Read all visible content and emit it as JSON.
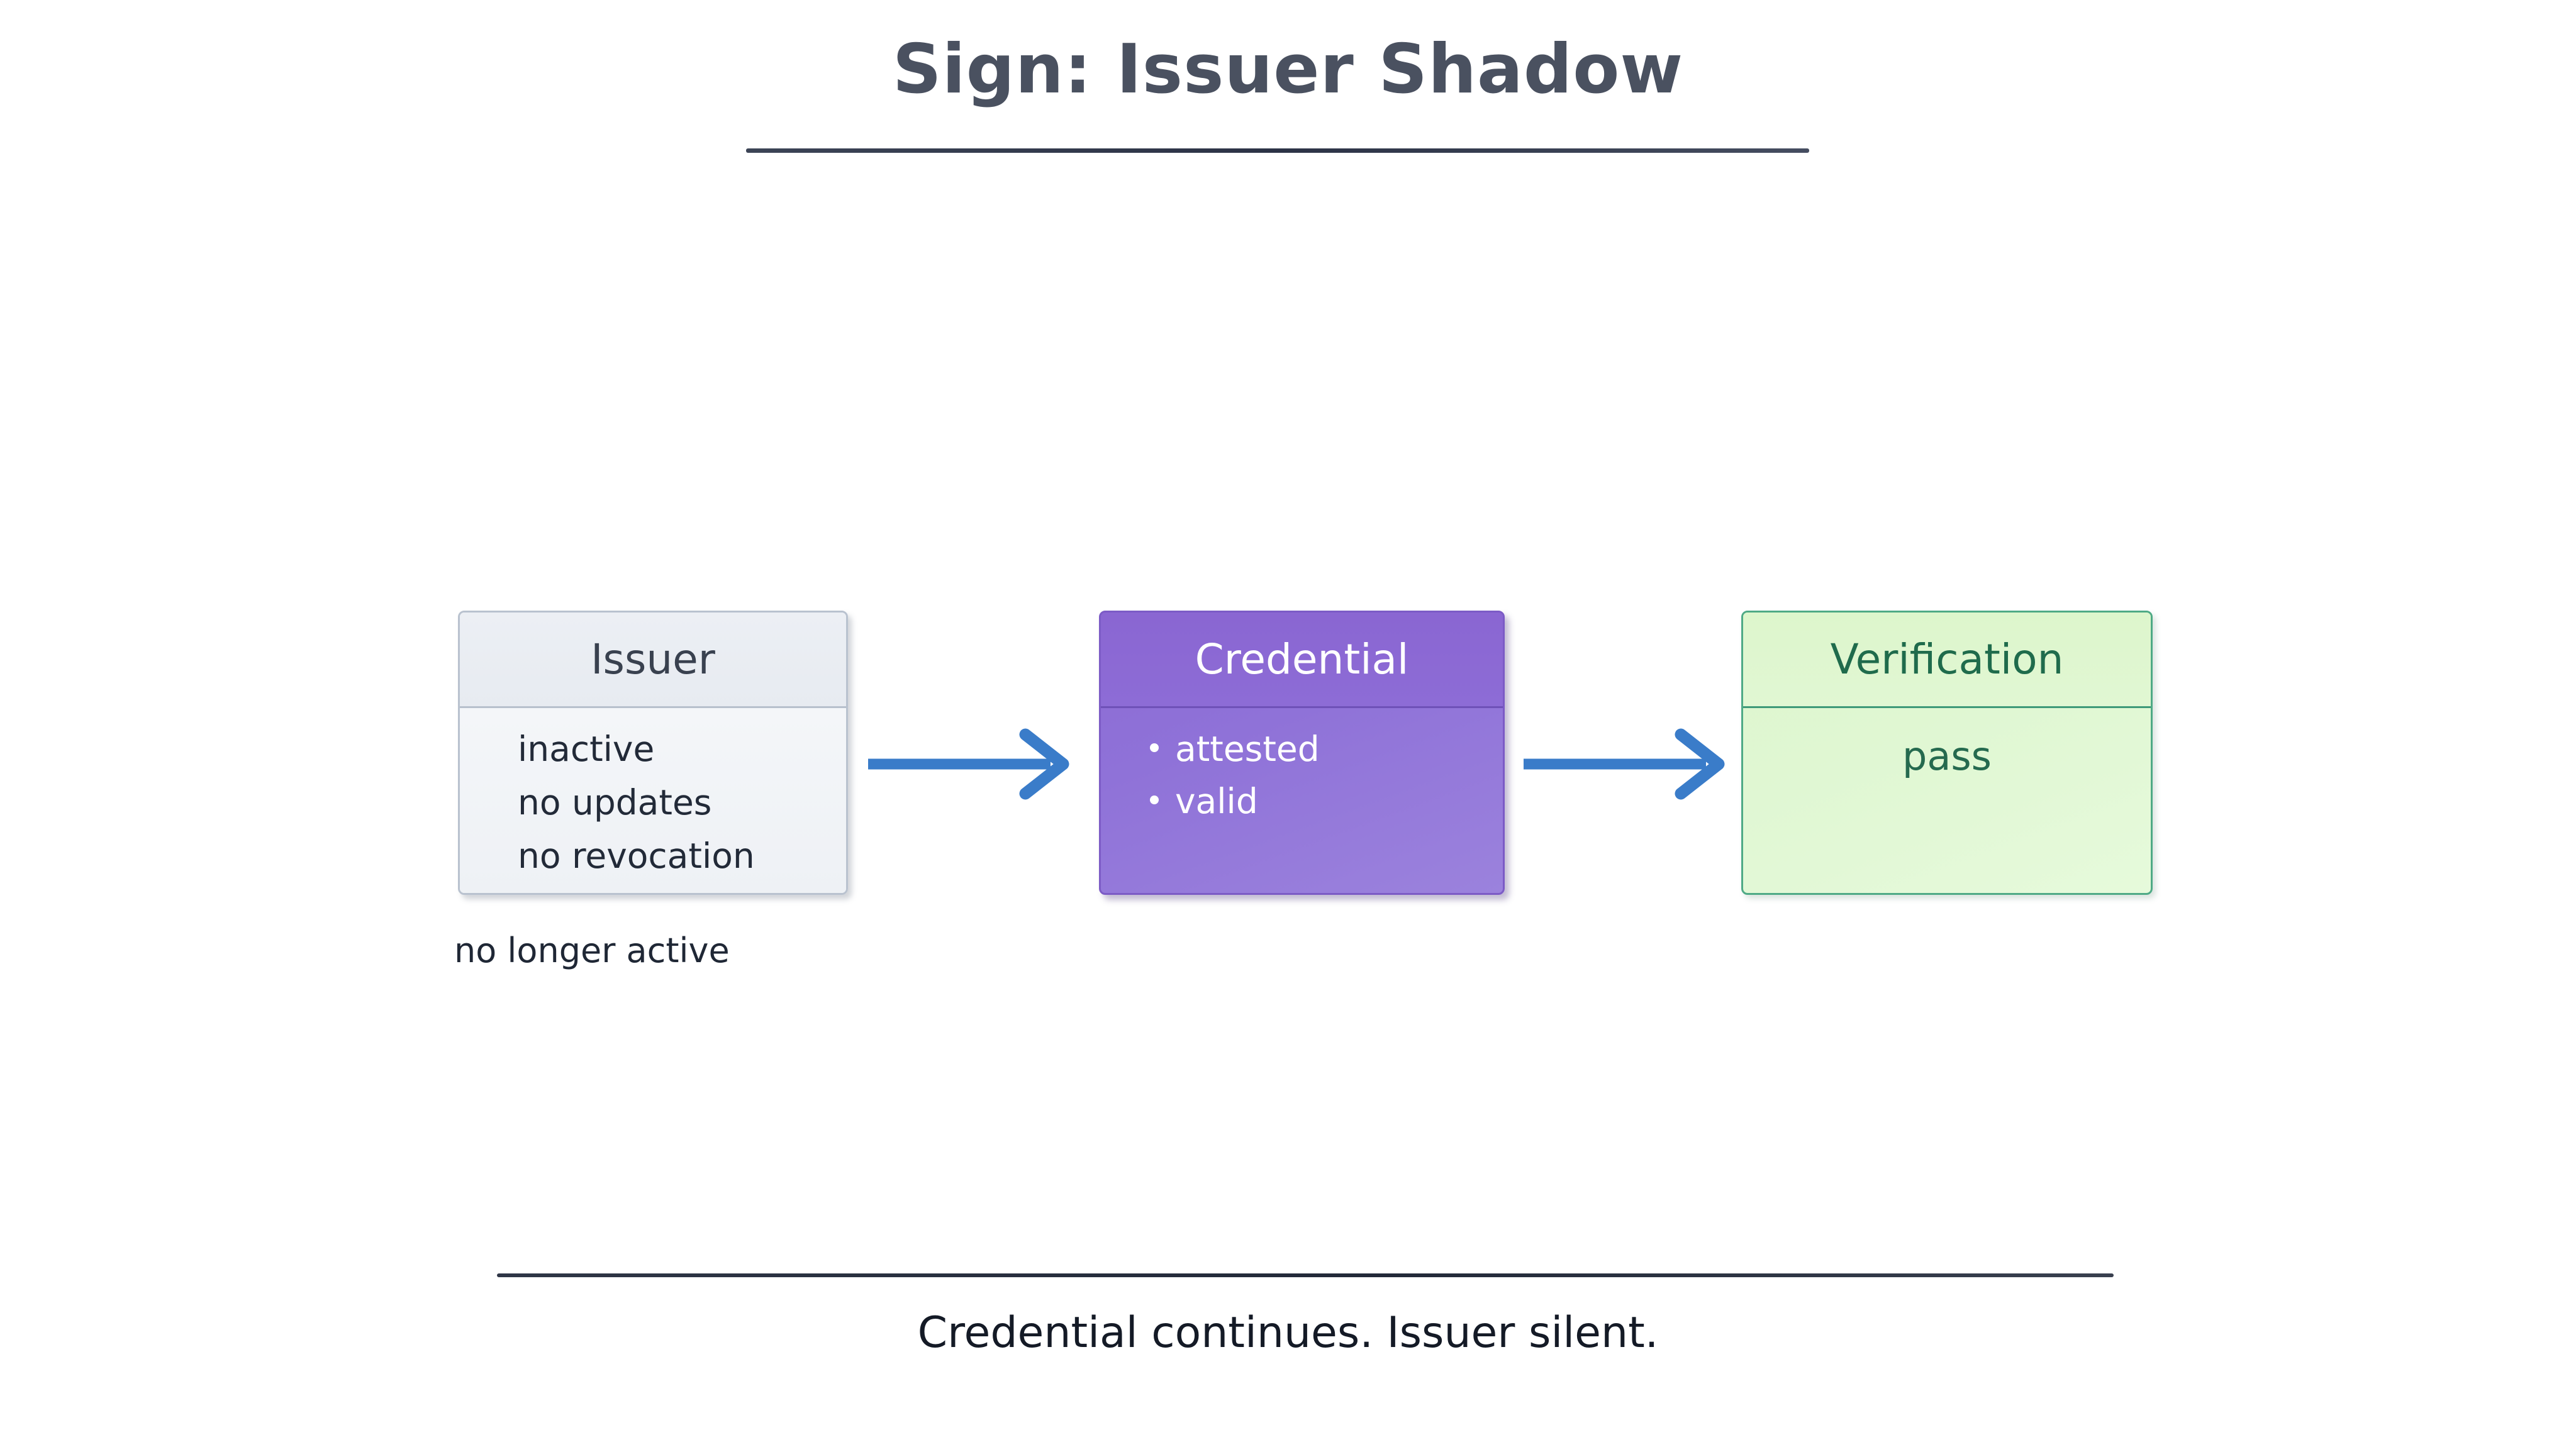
{
  "page": {
    "title": "Sign: Issuer Shadow",
    "background_color": "#ffffff"
  },
  "diagram": {
    "type": "flow",
    "nodes": [
      {
        "id": "issuer",
        "header": "Issuer",
        "items": [
          "inactive",
          "no updates",
          "no revocation"
        ],
        "bulleted": false,
        "caption": "no longer active",
        "fill_color": "#eef1f5",
        "border_color": "#b9c2cf",
        "text_color": "#222a38"
      },
      {
        "id": "credential",
        "header": "Credential",
        "items": [
          "attested",
          "valid"
        ],
        "bulleted": true,
        "fill_color": "#8f72d8",
        "border_color": "#7c5bc6",
        "text_color": "#ffffff"
      },
      {
        "id": "verification",
        "header": "Verification",
        "items": [
          "pass"
        ],
        "bulleted": false,
        "fill_color": "#e0f7d3",
        "border_color": "#4faa86",
        "text_color": "#256a4f"
      }
    ],
    "edges": [
      {
        "from": "issuer",
        "to": "credential",
        "color": "#3a7cc9",
        "label": ""
      },
      {
        "from": "credential",
        "to": "verification",
        "color": "#3a7cc9",
        "label": ""
      }
    ]
  },
  "footer": {
    "text": "Credential continues. Issuer silent.",
    "rule_color": "#222938"
  },
  "icons": {
    "arrow_right": "arrow-right-icon",
    "bullet": "bullet-dot-icon"
  }
}
